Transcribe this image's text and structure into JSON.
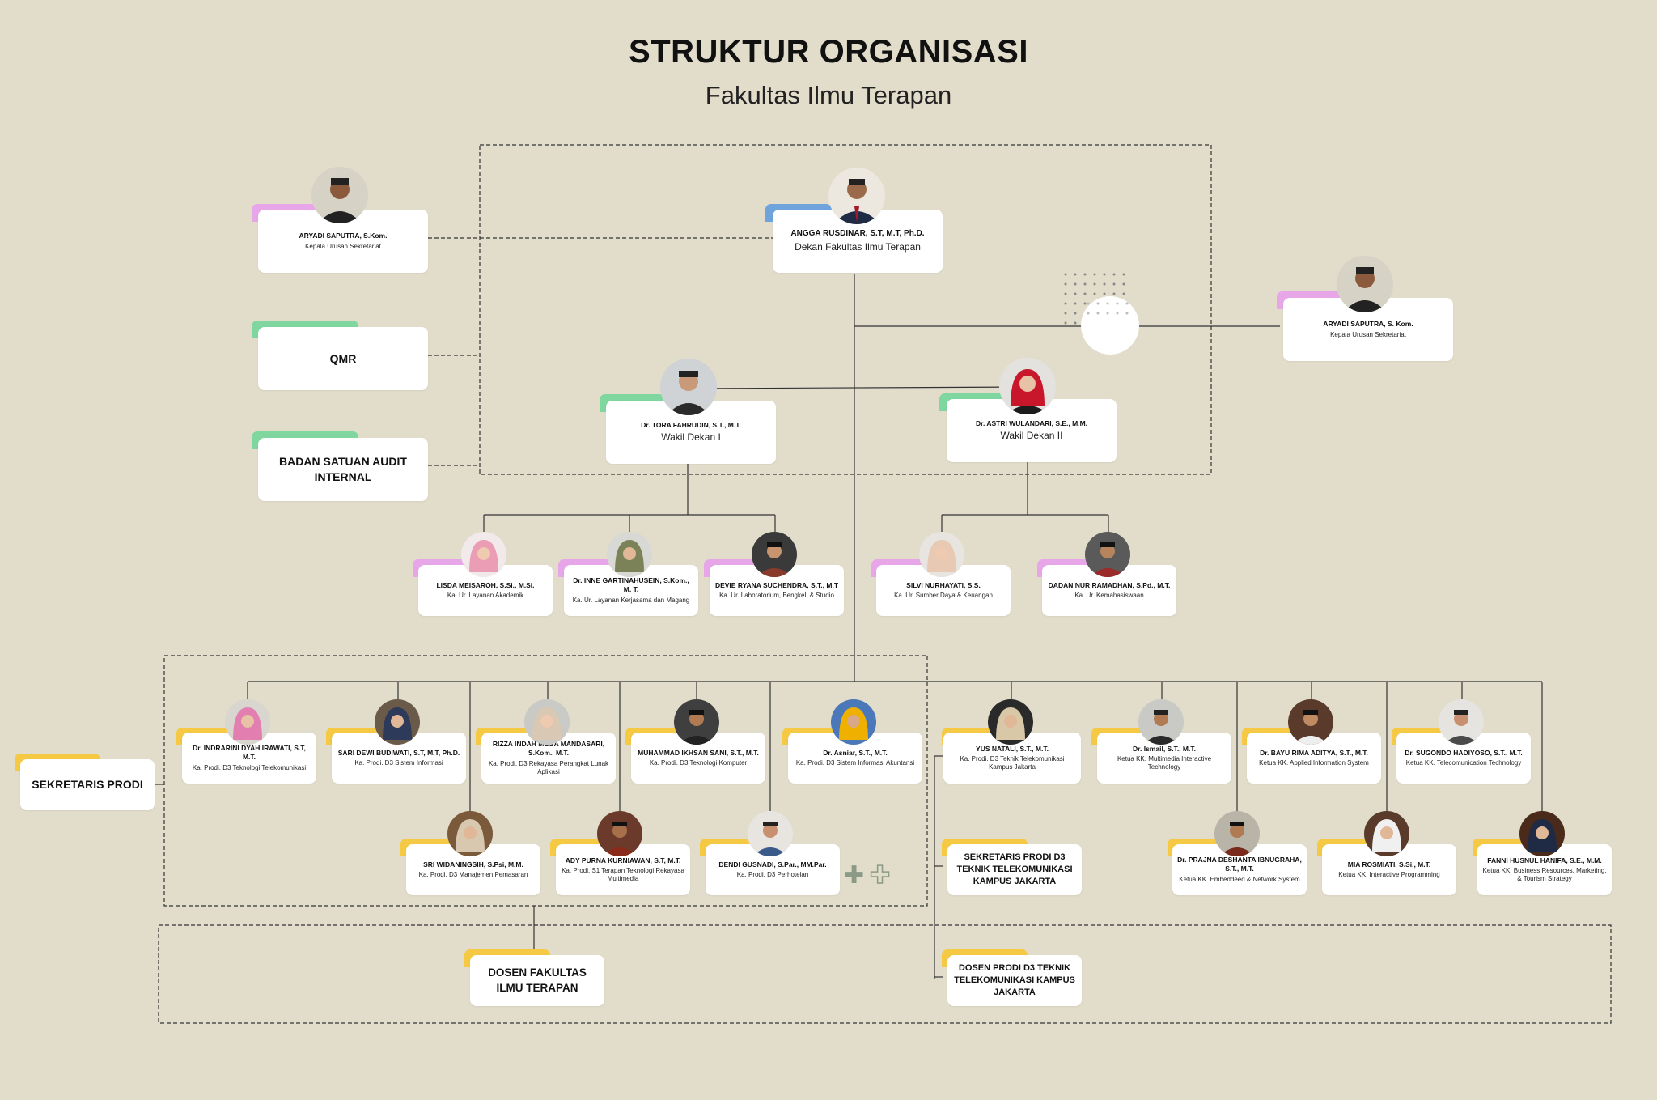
{
  "header": {
    "title": "STRUKTUR ORGANISASI",
    "subtitle": "Fakultas Ilmu Terapan"
  },
  "colors": {
    "background": "#E2DCCB",
    "pink": "#E7A6E8",
    "blue": "#6EA3DC",
    "green": "#7FD69E",
    "yellow": "#F5C944"
  },
  "top": {
    "sekretariat_left": {
      "name": "ARYADI SAPUTRA, S.Kom.",
      "role": "Kepala Urusan Sekretariat"
    },
    "dekan": {
      "name": "ANGGA RUSDINAR, S.T, M.T, Ph.D.",
      "role": "Dekan Fakultas Ilmu Terapan"
    },
    "sekretariat_right": {
      "name": "ARYADI SAPUTRA, S. Kom.",
      "role": "Kepala Urusan Sekretariat"
    },
    "qmr": "QMR",
    "bsai": "BADAN SATUAN AUDIT INTERNAL"
  },
  "wakil": {
    "wd1": {
      "name": "Dr. TORA FAHRUDIN, S.T., M.T.",
      "role": "Wakil Dekan I"
    },
    "wd2": {
      "name": "Dr. ASTRI WULANDARI, S.E., M.M.",
      "role": "Wakil Dekan II"
    }
  },
  "urusan": [
    {
      "name": "LISDA MEISAROH, S.Si., M.Si.",
      "role": "Ka. Ur. Layanan Akademik"
    },
    {
      "name": "Dr. INNE GARTINAHUSEIN, S.Kom., M. T.",
      "role": "Ka. Ur. Layanan Kerjasama dan Magang"
    },
    {
      "name": "DEVIE RYANA SUCHENDRA, S.T., M.T",
      "role": "Ka. Ur. Laboratorium, Bengkel, & Studio"
    },
    {
      "name": "SILVI NURHAYATI, S.S.",
      "role": "Ka. Ur. Sumber Daya & Keuangan"
    },
    {
      "name": "DADAN NUR RAMADHAN, S.Pd., M.T.",
      "role": "Ka. Ur. Kemahasiswaan"
    }
  ],
  "sekretaris_prodi": "SEKRETARIS PRODI",
  "prodi_row1": [
    {
      "name": "Dr. INDRARINI DYAH IRAWATI, S.T, M.T.",
      "role": "Ka. Prodi. D3 Teknologi Telekomunikasi"
    },
    {
      "name": "SARI DEWI BUDIWATI, S.T, M.T, Ph.D.",
      "role": "Ka. Prodi. D3 Sistem Informasi"
    },
    {
      "name": "RIZZA INDAH MEGA MANDASARI, S.Kom., M.T.",
      "role": "Ka. Prodi. D3 Rekayasa Perangkat Lunak Aplikasi"
    },
    {
      "name": "MUHAMMAD IKHSAN SANI, S.T., M.T.",
      "role": "Ka. Prodi. D3 Teknologi Komputer"
    },
    {
      "name": "Dr. Asniar, S.T., M.T.",
      "role": "Ka. Prodi. D3 Sistem Informasi Akuntansi"
    }
  ],
  "prodi_row2": [
    {
      "name": "SRI WIDANINGSIH, S.Psi, M.M.",
      "role": "Ka. Prodi. D3 Manajemen Pemasaran"
    },
    {
      "name": "ADY PURNA KURNIAWAN, S.T, M.T.",
      "role": "Ka. Prodi. S1 Terapan Teknologi Rekayasa Multimedia"
    },
    {
      "name": "DENDI GUSNADI, S.Par., MM.Par.",
      "role": "Ka. Prodi. D3 Perhotelan"
    }
  ],
  "kk_row1": [
    {
      "name": "YUS NATALI, S.T., M.T.",
      "role": "Ka. Prodi. D3 Teknik Telekomunikasi Kampus Jakarta"
    },
    {
      "name": "Dr. Ismail, S.T., M.T.",
      "role": "Ketua KK. Multimedia Interactive Technology"
    },
    {
      "name": "Dr. BAYU RIMA ADITYA, S.T., M.T.",
      "role": "Ketua KK. Applied Information System"
    },
    {
      "name": "Dr. SUGONDO HADIYOSO, S.T., M.T.",
      "role": "Ketua KK. Telecomunication Technology"
    }
  ],
  "kk_row2": [
    {
      "name": "Dr. PRAJNA DESHANTA IBNUGRAHA, S.T., M.T.",
      "role": "Ketua KK. Embeddeed & Network System"
    },
    {
      "name": "MIA ROSMIATI, S.Si., M.T.",
      "role": "Ketua KK. Interactive Programming"
    },
    {
      "name": "FANNI HUSNUL HANIFA, S.E., M.M.",
      "role": "Ketua KK. Business Resources, Marketing, & Tourism Strategy"
    }
  ],
  "sekretaris_jakarta": "SEKRETARIS PRODI D3 TEKNIK TELEKOMUNIKASI KAMPUS JAKARTA",
  "dosen_fit": "DOSEN FAKULTAS ILMU TERAPAN",
  "dosen_jakarta": "DOSEN PRODI D3 TEKNIK TELEKOMUNIKASI KAMPUS JAKARTA"
}
